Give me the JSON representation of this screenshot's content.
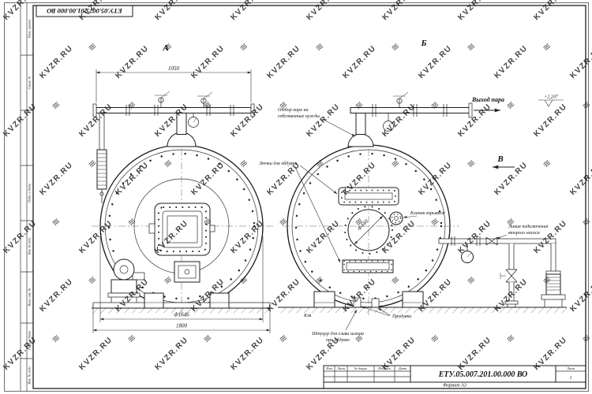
{
  "watermark": {
    "text": "KVZR.RU",
    "logo_glyph": "≋",
    "color": "#c5c5c5"
  },
  "sheet": {
    "stamp_top": "ЕТУ.05.007.201.00.000 ВО",
    "side_labels": [
      "Перв. примен.",
      "Справ. №",
      "Подп. и дата",
      "Инв. № дубл.",
      "Взам. инв. №",
      "Подп. и дата",
      "Инв. № подл."
    ]
  },
  "views": {
    "a": "А",
    "b": "Б",
    "v": "В"
  },
  "dims": {
    "top_width": "1050",
    "shell_dia": "Ф1646",
    "base_width": "1800",
    "manhole_dia": "Ф440",
    "elevation": "+2,207"
  },
  "labels": {
    "steam_out": "Выход пара",
    "own_needs_1": "Отбор пара на",
    "own_needs_2": "собственные нужды",
    "hatches": "Лючки для обдувки",
    "explosion_valve": "Клапан взрывной",
    "pump_line_1": "Линия подключения",
    "pump_line_2": "второго насоса",
    "blowdown": "Продувки",
    "sludge_1": "Штуцер для слива шлама",
    "sludge_2": "при обдувке",
    "klv": "Клв"
  },
  "title_block": {
    "doc_number": "ЕТУ.05.007.201.00.000 ВО",
    "col_izm": "Изм",
    "col_list": "Лист",
    "col_doc": "№ докум.",
    "col_sign": "Подпись",
    "col_date": "Дата",
    "sheet_label": "Лист",
    "sheet_value": "1",
    "format": "Формат А3"
  }
}
